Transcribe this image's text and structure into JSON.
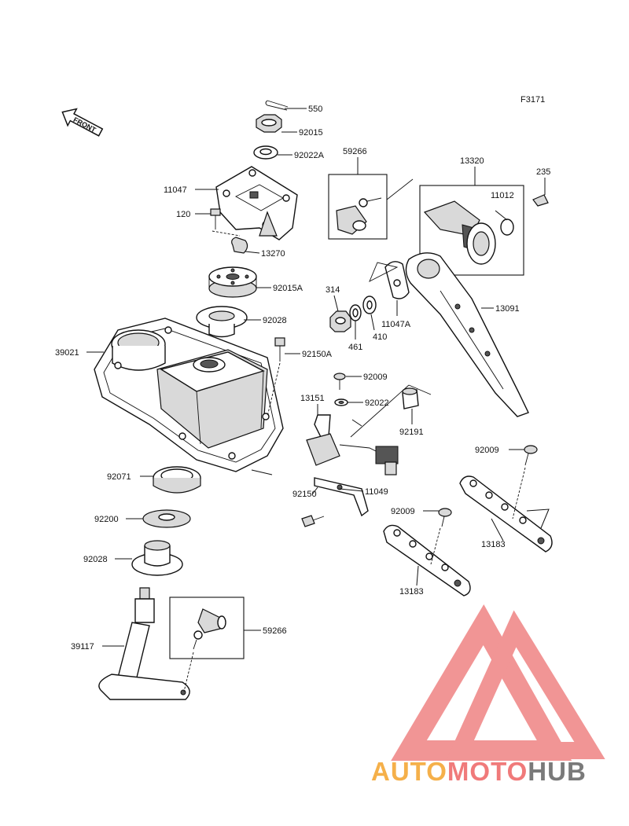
{
  "figure_code": "F3171",
  "front_arrow": {
    "text": "FRONT"
  },
  "labels": {
    "p550": "550",
    "p92015": "92015",
    "p92022A": "92022A",
    "p59266_top": "59266",
    "p13320": "13320",
    "p235": "235",
    "p11012": "11012",
    "p11047": "11047",
    "p120": "120",
    "p13270": "13270",
    "p92015A": "92015A",
    "p314": "314",
    "p13091": "13091",
    "p92028_top": "92028",
    "p461": "461",
    "p410": "410",
    "p11047A": "11047A",
    "p39021": "39021",
    "p92150A": "92150A",
    "p92009_a": "92009",
    "p13151": "13151",
    "p92022": "92022",
    "p92191": "92191",
    "p92009_b": "92009",
    "p92071": "92071",
    "p92150": "92150",
    "p11049": "11049",
    "p92009_c": "92009",
    "p92200": "92200",
    "p13183_right": "13183",
    "p92028_bottom": "92028",
    "p13183_left": "13183",
    "p59266_bottom": "59266",
    "p39117": "39117"
  },
  "watermark": {
    "part1": "AUTO",
    "part2": "MOTO",
    "part3": "HUB",
    "colors": {
      "logo": "#f08a8a",
      "auto": "#f5b04a",
      "moto": "#f07a7a",
      "hub": "#7a7a7a"
    }
  }
}
